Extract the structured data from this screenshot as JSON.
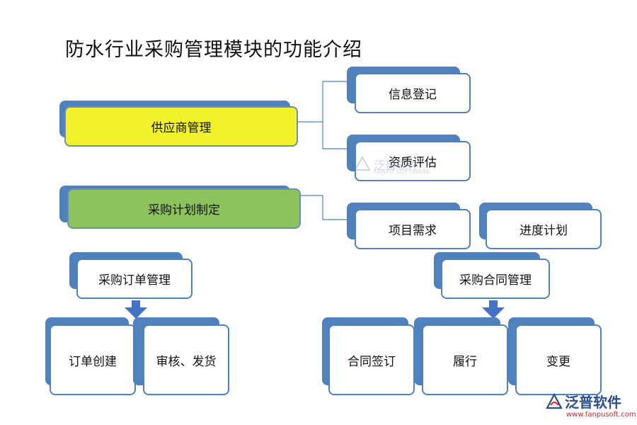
{
  "title": "防水行业采购管理模块的功能介绍",
  "nodes": {
    "supplier_mgmt": "供应商管理",
    "info_register": "信息登记",
    "qualification_eval": "资质评估",
    "purchase_plan": "采购计划制定",
    "project_demand": "项目需求",
    "schedule_plan": "进度计划",
    "purchase_order_mgmt": "采购订单管理",
    "order_create": "订单创建",
    "review_ship": "审核、发货",
    "purchase_contract_mgmt": "采购合同管理",
    "contract_sign": "合同签订",
    "perform": "履行",
    "change": "变更"
  },
  "watermark": {
    "main": "泛普软件",
    "sub": "FANPU SOFTWARE"
  },
  "logo": {
    "name": "泛普软件",
    "url": "www.fanpusoft.com",
    "icon": "fanpu-logo-icon"
  },
  "colors": {
    "accent": "#4f81bd",
    "supplier_fill": "#f2f22a",
    "plan_fill": "#8cc35c",
    "arrow": "#4472c4",
    "logo_blue": "#2b4e8a",
    "logo_red": "#d4262c"
  }
}
